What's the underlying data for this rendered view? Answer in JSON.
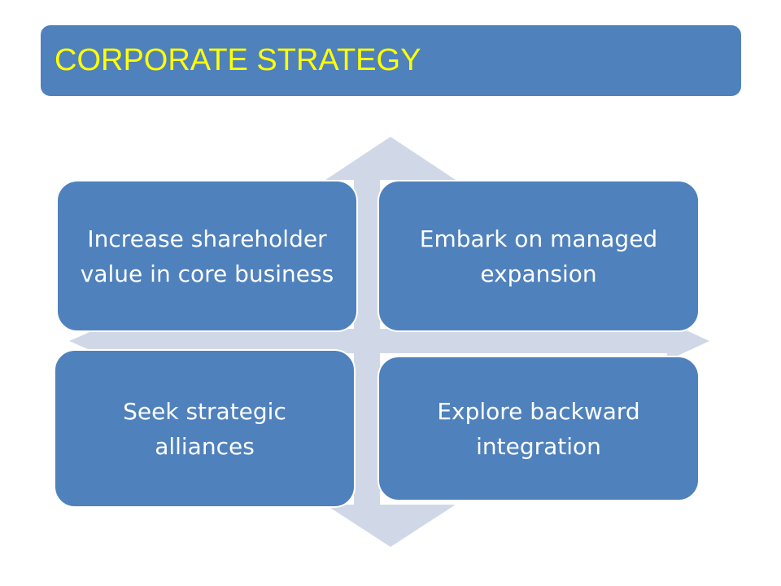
{
  "slide": {
    "title": "CORPORATE STRATEGY",
    "colors": {
      "title_bar": "#4f81bd",
      "title_text": "#ffff00",
      "box_fill": "#4f81bd",
      "box_text": "#ffffff",
      "arrow_fill": "#d0d8e8"
    }
  },
  "matrix": {
    "top_left": "Increase shareholder value in core business",
    "top_right": "Embark on managed expansion",
    "bottom_left": "Seek strategic alliances",
    "bottom_right": "Explore backward integration"
  }
}
